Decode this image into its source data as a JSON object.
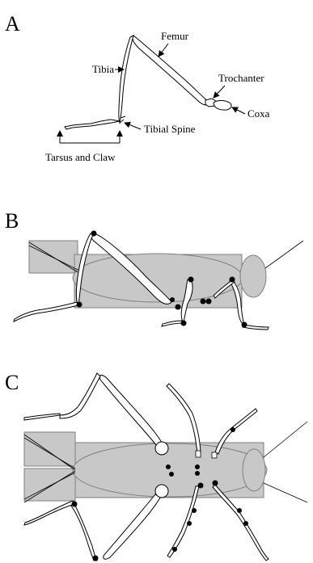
{
  "panels": {
    "a": {
      "label": "A"
    },
    "b": {
      "label": "B"
    },
    "c": {
      "label": "C"
    }
  },
  "parts": {
    "femur": "Femur",
    "tibia": "Tibia",
    "trochanter": "Trochanter",
    "coxa": "Coxa",
    "tibial_spine": "Tibial Spine",
    "tarsus_claw": "Tarsus and Claw"
  },
  "colors": {
    "body_fill": "#c8c8c8",
    "outline": "#000000",
    "background": "#ffffff"
  }
}
